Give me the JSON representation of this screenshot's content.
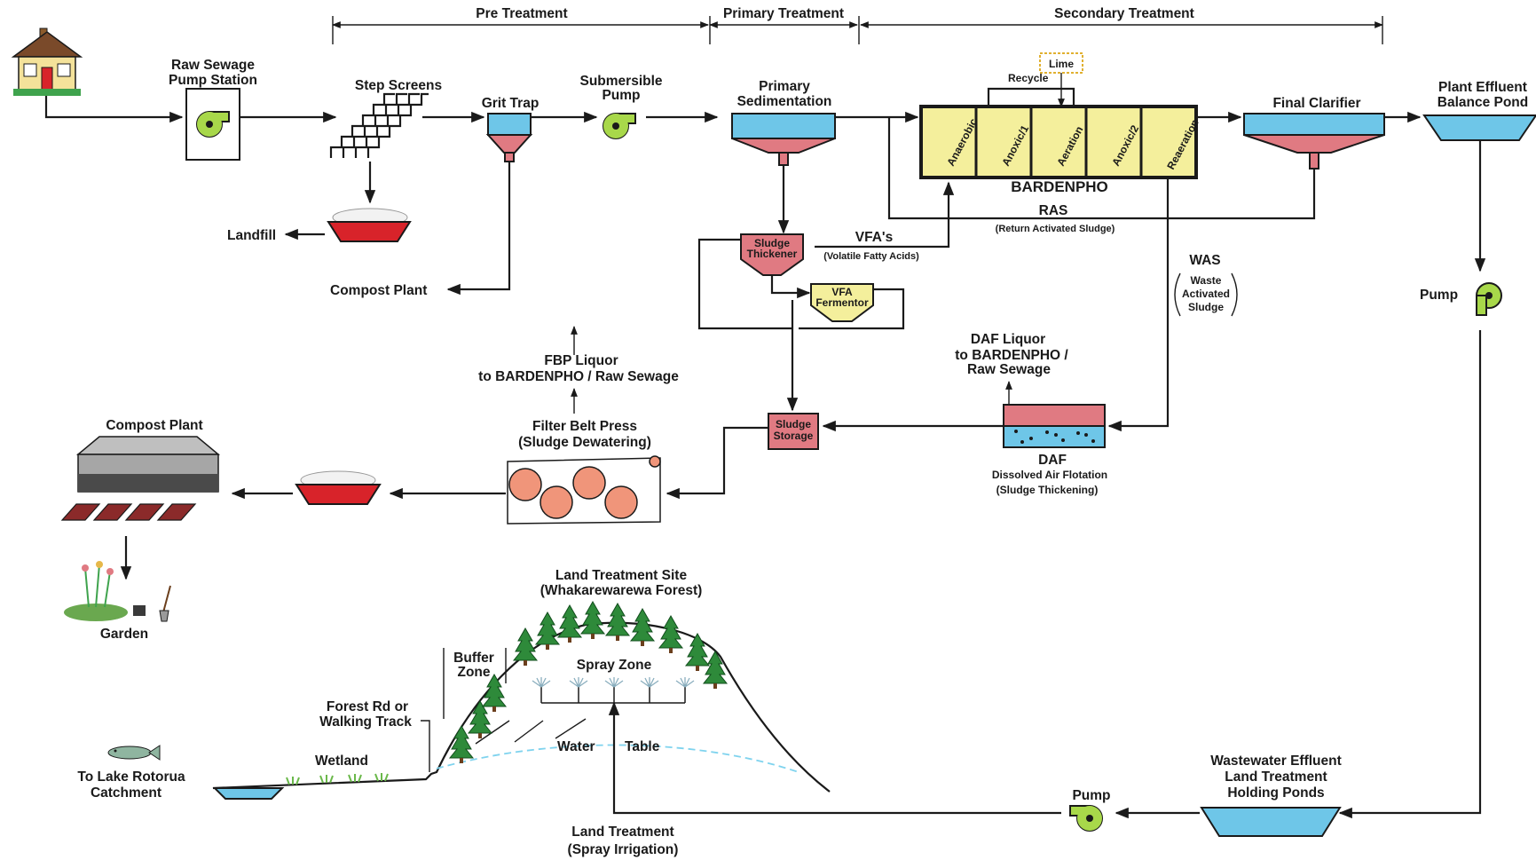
{
  "stages": {
    "pre": "Pre Treatment",
    "primary": "Primary Treatment",
    "secondary": "Secondary Treatment"
  },
  "labels": {
    "raw_pump_l1": "Raw Sewage",
    "raw_pump_l2": "Pump Station",
    "step_screens": "Step Screens",
    "grit_trap": "Grit Trap",
    "sub_pump_l1": "Submersible",
    "sub_pump_l2": "Pump",
    "prim_sed_l1": "Primary",
    "prim_sed_l2": "Sedimentation",
    "lime": "Lime",
    "recycle": "Recycle",
    "bardenpho": "BARDENPHO",
    "zones": [
      "Anaerobic",
      "Anoxic/1",
      "Aeration",
      "Anoxic/2",
      "Reaeration"
    ],
    "final_clarifier": "Final Clarifier",
    "effluent_pond_l1": "Plant Effluent",
    "effluent_pond_l2": "Balance Pond",
    "landfill": "Landfill",
    "compost_plant_1": "Compost Plant",
    "ras": "RAS",
    "ras_full": "(Return Activated Sludge)",
    "sludge_thickener_l1": "Sludge",
    "sludge_thickener_l2": "Thickener",
    "vfas": "VFA's",
    "vfas_full": "(Volatile Fatty Acids)",
    "vfa_fermentor_l1": "VFA",
    "vfa_fermentor_l2": "Fermentor",
    "was": "WAS",
    "was_l1": "Waste",
    "was_l2": "Activated",
    "was_l3": "Sludge",
    "pump_right": "Pump",
    "fbp_liquor_l1": "FBP Liquor",
    "fbp_liquor_l2": "to BARDENPHO / Raw Sewage",
    "daf_liquor_l1": "DAF Liquor",
    "daf_liquor_l2": "to BARDENPHO /",
    "daf_liquor_l3": "Raw Sewage",
    "compost_plant_2": "Compost Plant",
    "filter_belt_l1": "Filter Belt Press",
    "filter_belt_l2": "(Sludge Dewatering)",
    "sludge_storage_l1": "Sludge",
    "sludge_storage_l2": "Storage",
    "daf": "DAF",
    "daf_l2": "Dissolved Air Flotation",
    "daf_l3": "(Sludge Thickening)",
    "garden": "Garden",
    "land_site_l1": "Land Treatment Site",
    "land_site_l2": "(Whakarewarewa Forest)",
    "buffer_l1": "Buffer",
    "buffer_l2": "Zone",
    "spray_zone": "Spray Zone",
    "forest_rd_l1": "Forest Rd or",
    "forest_rd_l2": "Walking Track",
    "wetland": "Wetland",
    "water": "Water",
    "table": "Table",
    "lake_l1": "To Lake Rotorua",
    "lake_l2": "Catchment",
    "pump_bottom": "Pump",
    "holding_l1": "Wastewater Effluent",
    "holding_l2": "Land Treatment",
    "holding_l3": "Holding Ponds",
    "land_treat_l1": "Land Treatment",
    "land_treat_l2": "(Spray Irrigation)"
  },
  "colors": {
    "water": "#6ec6e8",
    "sludge": "#e07a82",
    "tank_yellow": "#f4ef9c",
    "pump_green": "#a8d84a",
    "tree_green": "#2e8a3a"
  },
  "icons": [
    "house-icon",
    "pump-icon",
    "step-screen-icon",
    "grit-trap-icon",
    "sedimentation-tank-icon",
    "clarifier-icon",
    "bin-icon",
    "compost-shed-icon",
    "logs-icon",
    "garden-icon",
    "fish-icon",
    "tree-icon",
    "sprinkler-icon",
    "filter-press-icon"
  ]
}
